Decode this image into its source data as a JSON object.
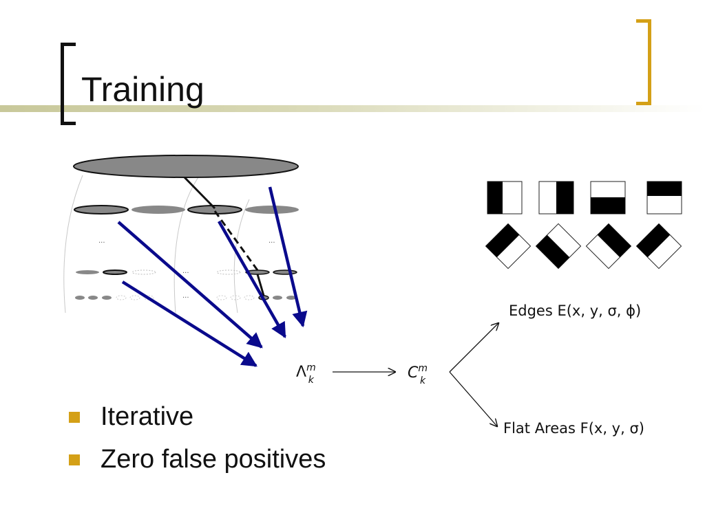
{
  "slide": {
    "title": "Training",
    "bullets": [
      "Iterative",
      "Zero false positives"
    ]
  },
  "diagram": {
    "tree_ellipsis": "...",
    "lambda_symbol": "Λ",
    "lambda_sup": "m",
    "lambda_sub": "k",
    "c_symbol": "C",
    "c_sup": "m",
    "c_sub": "k",
    "edges_label": "Edges E(x, y, σ, ϕ)",
    "flat_label": "Flat Areas F(x, y, σ)"
  },
  "colors": {
    "accent": "#d4a017",
    "arrow_blue": "#0a0a8c",
    "node_fill": "#888888"
  }
}
